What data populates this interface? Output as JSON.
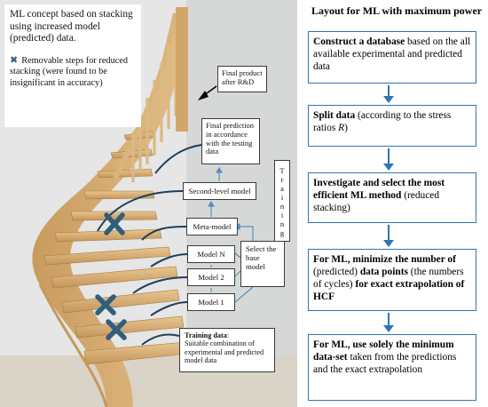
{
  "left": {
    "concept_text": "ML concept based on stacking using increased model (predicted) data.",
    "removable_icon": "x-mark-icon",
    "removable_text": "Removable steps for reduced stacking (were found to be insignificant in accuracy)",
    "final_product": "Final product after R&D",
    "final_prediction": "Final prediction in accordance with the testing data",
    "second_level": "Second-level model",
    "meta_model": "Meta-model",
    "model_n": "Model N",
    "model_2": "Model 2",
    "model_1": "Model 1",
    "select_base": "Select the base model",
    "training_letters": [
      "T",
      "r",
      "a",
      "i",
      "n",
      "i",
      "n",
      "g"
    ],
    "training_data_bold": "Training data",
    "training_data_text": "Suitable combination of experimental and predicted model data"
  },
  "right": {
    "title": "Layout for ML with maximum power",
    "steps": [
      {
        "bold": "Construct a database",
        "text": " based on the all available experimental and predicted data"
      },
      {
        "bold": "Split data",
        "text": " (according to the stress ratios ",
        "italic": "R",
        "tail": ")"
      },
      {
        "bold": "Investigate and select the most efficient ML method",
        "text": " (reduced stacking)"
      },
      {
        "bold1": "For ML, minimize the number of",
        "text1": " (predicted) ",
        "bold2": "data points",
        "text2": " (the numbers of cycles) ",
        "bold3": "for exact extrapolation of HCF"
      },
      {
        "bold1": "For ML, use solely the minimum data-set",
        "text1": " taken from the predictions and the exact extrapolation"
      }
    ]
  },
  "colors": {
    "flow_blue": "#2e75b6",
    "cross_blue": "#2f5e7e",
    "wood": "#d4a86b",
    "wall": "#e6e7e6"
  }
}
